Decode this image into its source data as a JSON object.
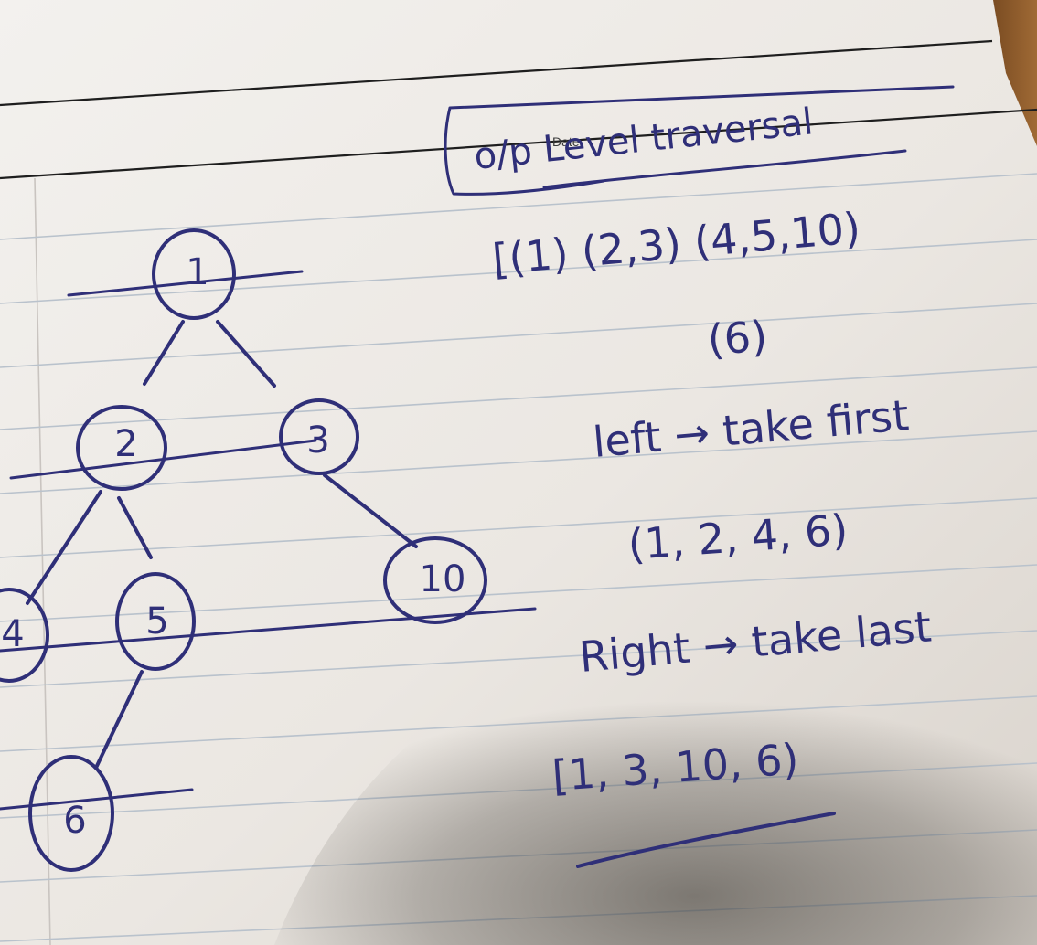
{
  "colors": {
    "paper": "#f4f1ec",
    "ink": "#2f2f78",
    "shadow": "#2a2620",
    "cover": "#8a5a2a"
  },
  "header": {
    "printed_mark": "Date"
  },
  "tree": {
    "nodes": [
      {
        "id": "n1",
        "label": "1"
      },
      {
        "id": "n2",
        "label": "2"
      },
      {
        "id": "n3",
        "label": "3"
      },
      {
        "id": "n4",
        "label": "4"
      },
      {
        "id": "n5",
        "label": "5"
      },
      {
        "id": "n6",
        "label": "6"
      },
      {
        "id": "n10",
        "label": "10"
      }
    ]
  },
  "notes": {
    "title": "o/p Level traversal",
    "levels_line1": "[(1) (2,3) (4,5,10)",
    "levels_line2": "(6)",
    "left_rule": "left → take first",
    "left_result": "(1, 2, 4, 6)",
    "right_rule": "Right → take last",
    "right_result": "[1, 3, 10, 6)"
  }
}
